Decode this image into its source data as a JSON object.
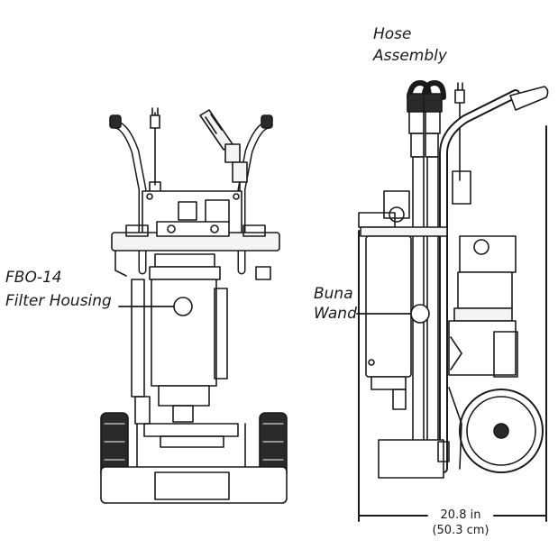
{
  "labels": {
    "filter_housing_line1": "FBO-14",
    "filter_housing_line2": "Filter Housing",
    "buna_wand_line1": "Buna",
    "buna_wand_line2": "Wand",
    "hose_assembly_line1": "Hose",
    "hose_assembly_line2": "Assembly"
  },
  "dimension": {
    "imperial": "20.8 in",
    "metric": "(50.3 cm)"
  },
  "colors": {
    "line": "#1a1a1a",
    "fill_light": "#f4f4f4",
    "fill_dark": "#2a2a2a"
  }
}
